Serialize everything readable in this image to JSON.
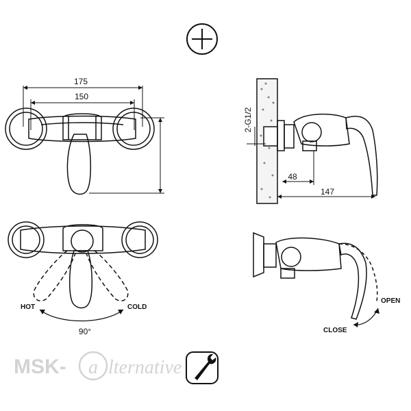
{
  "dimensions": {
    "width_outer": "175",
    "width_inner": "150",
    "thread": "2-G1/2",
    "depth_wall": "48",
    "depth_total": "147"
  },
  "labels": {
    "hot": "HOT",
    "cold": "COLD",
    "angle": "90°",
    "open": "OPEN",
    "close": "CLOSE"
  },
  "watermark": {
    "text_left": "MSK-",
    "text_right": "lternative"
  },
  "icons": {
    "top": "crosshair-circle-icon",
    "bottom": "wrench-icon"
  },
  "colors": {
    "line": "#111111",
    "watermark": "#d3d3d3",
    "wall_fill": "#f4f4f4"
  }
}
